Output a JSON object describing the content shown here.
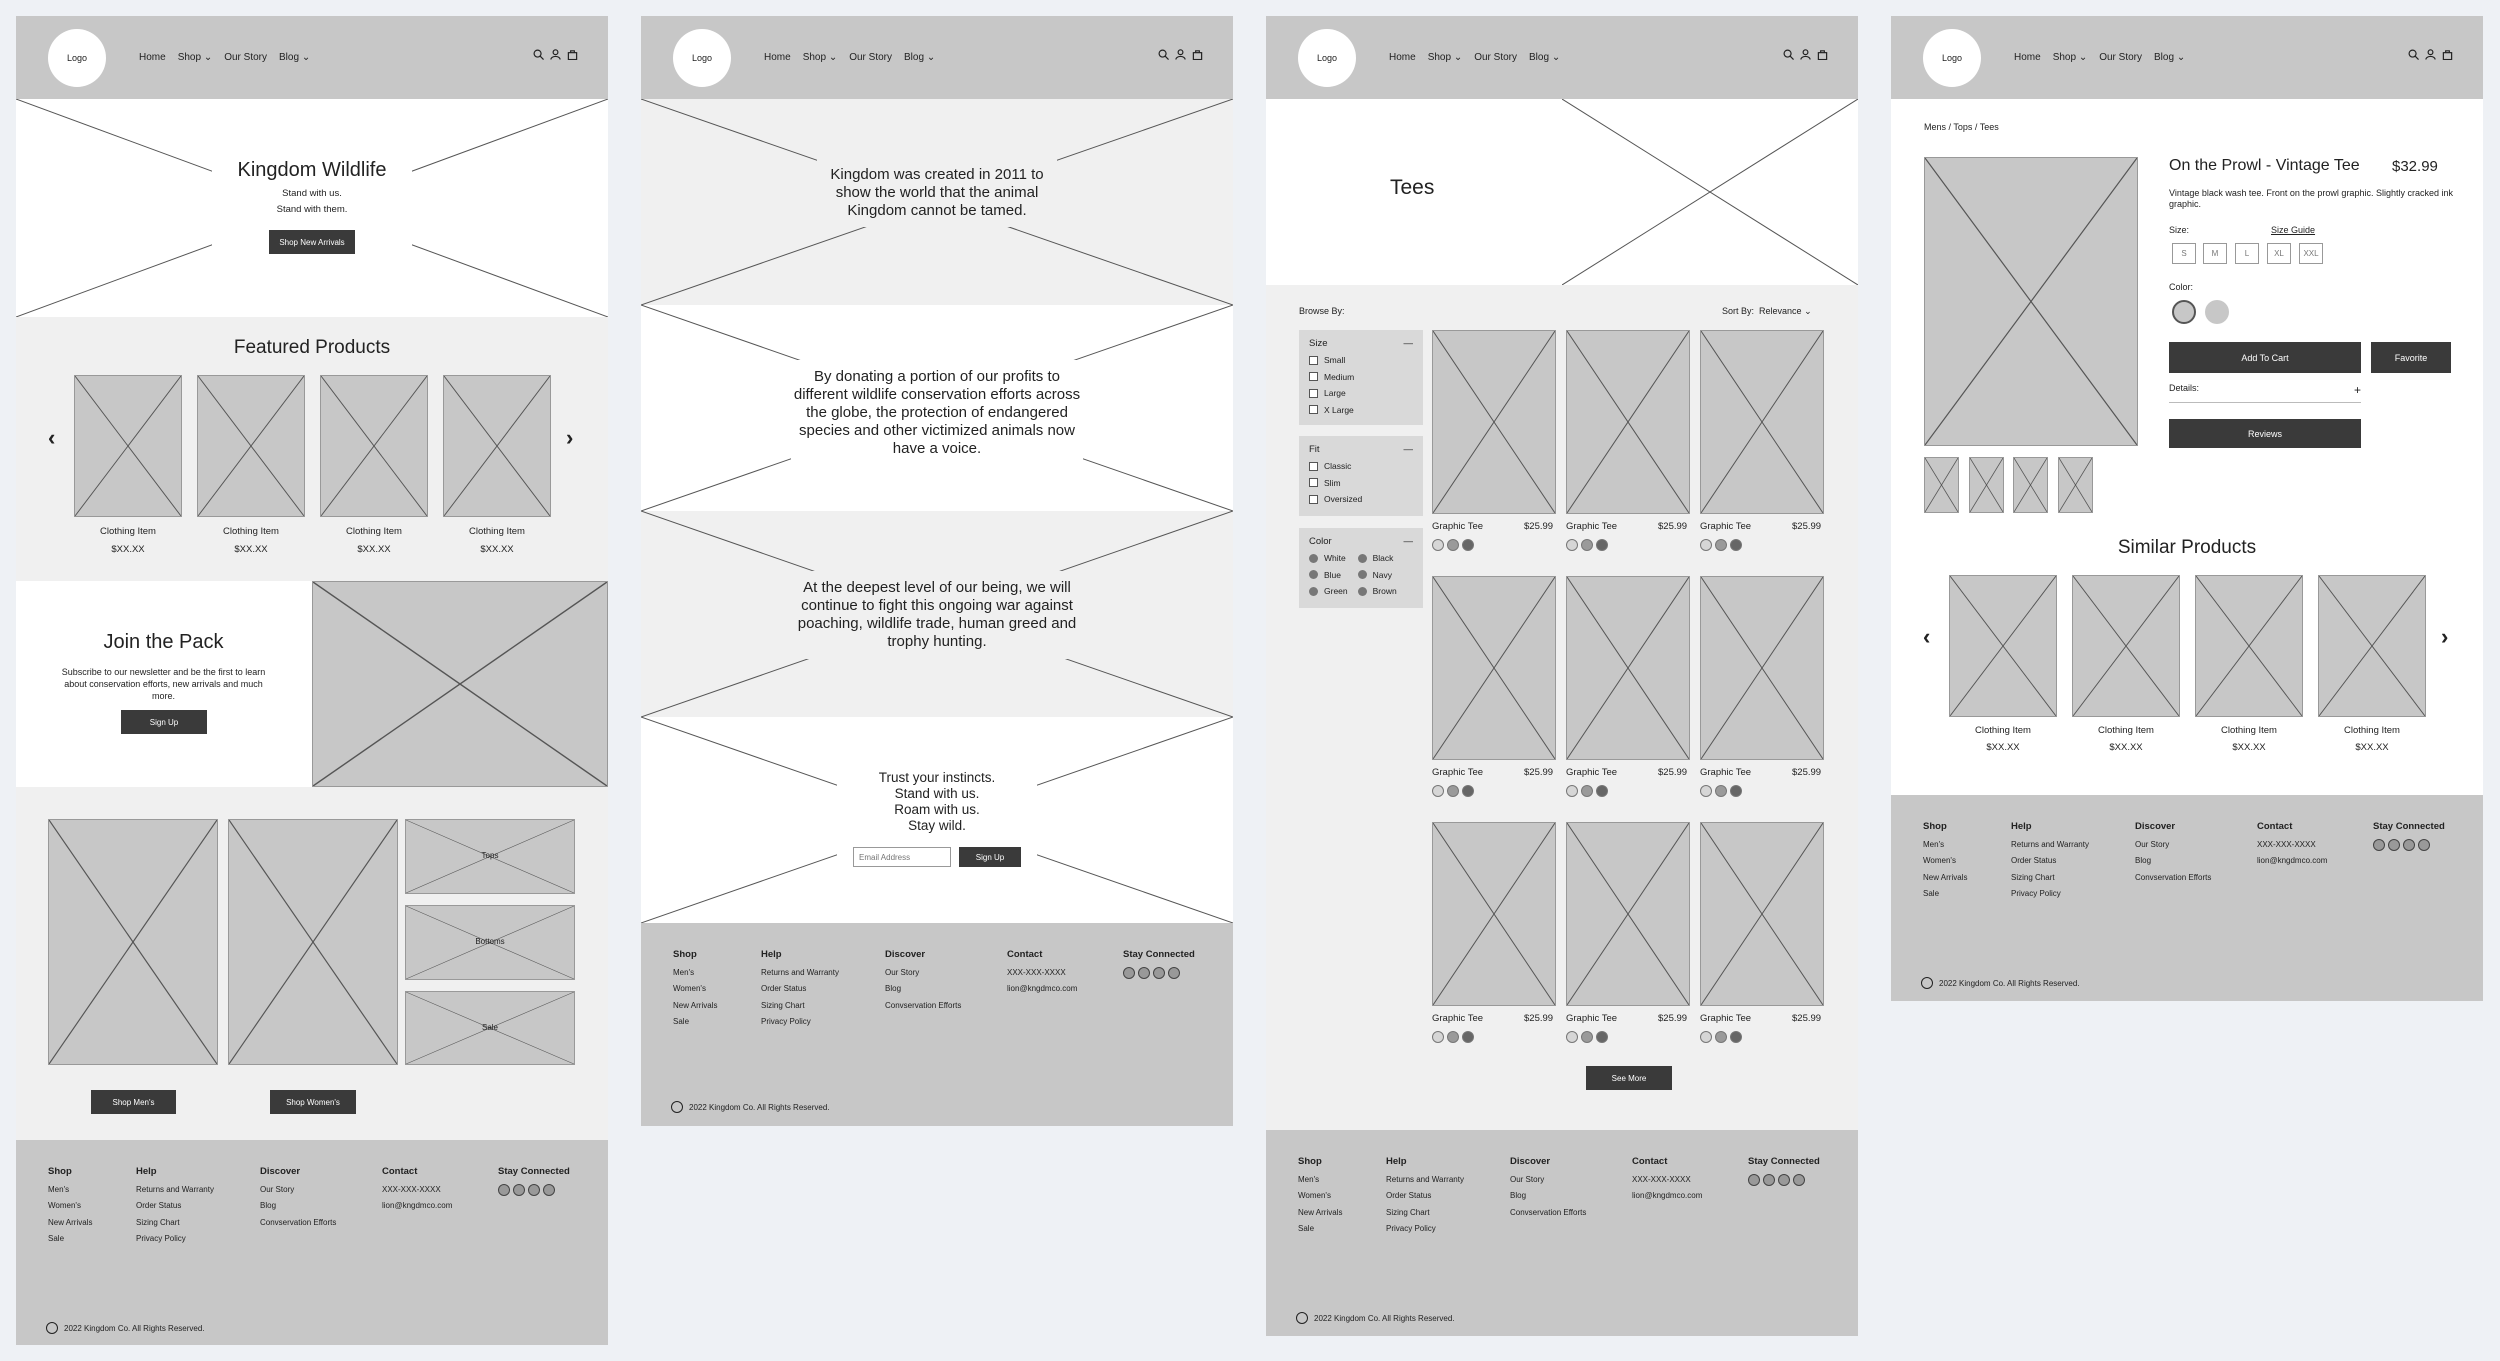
{
  "header": {
    "logo": "Logo",
    "nav": [
      "Home",
      "Shop",
      "Our Story",
      "Blog"
    ]
  },
  "footer": {
    "shop": {
      "title": "Shop",
      "items": [
        "Men's",
        "Women's",
        "New Arrivals",
        "Sale"
      ]
    },
    "help": {
      "title": "Help",
      "items": [
        "Returns and Warranty",
        "Order Status",
        "Sizing Chart",
        "Privacy Policy"
      ]
    },
    "discover": {
      "title": "Discover",
      "items": [
        "Our Story",
        "Blog",
        "Convservation Efforts"
      ]
    },
    "contact": {
      "title": "Contact",
      "items": [
        "XXX-XXX-XXXX",
        "lion@kngdmco.com"
      ]
    },
    "social": {
      "title": "Stay Connected"
    },
    "copyright": "2022 Kingdom Co. All Rights Reserved."
  },
  "home": {
    "hero_title": "Kingdom Wildlife",
    "hero_line1": "Stand with us.",
    "hero_line2": "Stand with them.",
    "hero_button": "Shop New Arrivals",
    "featured_title": "Featured Products",
    "item_name": "Clothing Item",
    "item_price": "$XX.XX",
    "join_title": "Join the Pack",
    "join_text": "Subscribe to our newsletter and be the first to learn about conservation efforts, new arrivals and much more.",
    "join_button": "Sign Up",
    "cat_tops": "Tops",
    "cat_bottoms": "Bottoms",
    "cat_sale": "Sale",
    "shop_mens": "Shop Men's",
    "shop_womens": "Shop Women's"
  },
  "story": {
    "p1": "Kingdom was created in 2011 to show the world that the animal Kingdom cannot be tamed.",
    "p2": "By donating a portion of our profits to different wildlife conservation efforts across the globe, the protection of endangered species and other victimized animals now have a voice.",
    "p3": "At the deepest level of our being, we will continue to fight this ongoing war against poaching, wildlife trade, human greed and trophy hunting.",
    "p4_1": "Trust your instincts.",
    "p4_2": "Stand with us.",
    "p4_3": "Roam with us.",
    "p4_4": "Stay wild.",
    "email_placeholder": "Email Address",
    "signup": "Sign Up"
  },
  "listing": {
    "title": "Tees",
    "browse": "Browse By:",
    "sort_label": "Sort By:",
    "sort_value": "Relevance",
    "size_title": "Size",
    "sizes": [
      "Small",
      "Medium",
      "Large",
      "X Large"
    ],
    "fit_title": "Fit",
    "fits": [
      "Classic",
      "Slim",
      "Oversized"
    ],
    "color_title": "Color",
    "colors_left": [
      "White",
      "Blue",
      "Green"
    ],
    "colors_right": [
      "Black",
      "Navy",
      "Brown"
    ],
    "product_name": "Graphic Tee",
    "product_price": "$25.99",
    "see_more": "See More"
  },
  "product": {
    "breadcrumb": "Mens / Tops / Tees",
    "name": "On the Prowl - Vintage Tee",
    "price": "$32.99",
    "desc": "Vintage black wash tee. Front on the prowl graphic. Slightly cracked ink graphic.",
    "size_label": "Size:",
    "size_guide": "Size Guide",
    "sizes": [
      "S",
      "M",
      "L",
      "XL",
      "XXL"
    ],
    "color_label": "Color:",
    "add_to_cart": "Add To Cart",
    "favorite": "Favorite",
    "details": "Details:",
    "plus": "+",
    "reviews": "Reviews",
    "similar_title": "Similar Products",
    "item_name": "Clothing Item",
    "item_price": "$XX.XX"
  },
  "colors": {
    "frame_gray": "#c7c7c7",
    "dark_button": "#3a3a3a",
    "light_section": "#f0f0f0"
  }
}
